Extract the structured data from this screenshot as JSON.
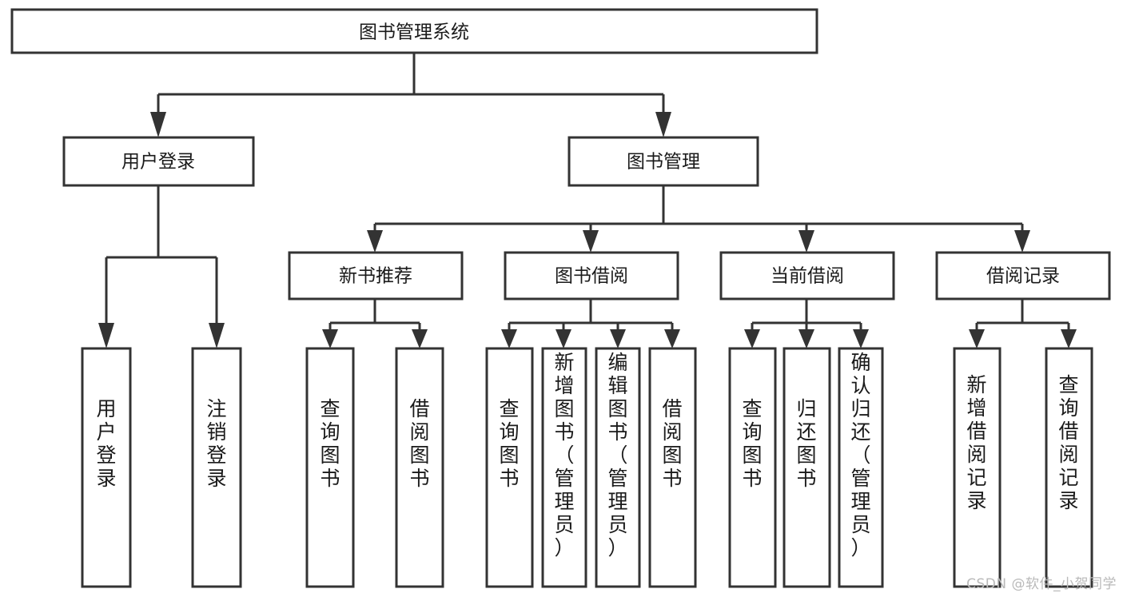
{
  "diagram": {
    "title": "图书管理系统",
    "type": "hierarchy-tree",
    "colors": {
      "box_fill": "#ffffff",
      "box_stroke": "#333333",
      "text": "#1a1a1a",
      "watermark": "#b9b9b9",
      "background": "#ffffff"
    },
    "root": {
      "label": "图书管理系统"
    },
    "level2": [
      {
        "label": "用户登录"
      },
      {
        "label": "图书管理"
      }
    ],
    "level3": [
      {
        "label": "新书推荐"
      },
      {
        "label": "图书借阅"
      },
      {
        "label": "当前借阅"
      },
      {
        "label": "借阅记录"
      }
    ],
    "leaves": {
      "user_login": [
        {
          "label": "用户登录"
        },
        {
          "label": "注销登录"
        }
      ],
      "new_book_recommend": [
        {
          "label": "查询图书"
        },
        {
          "label": "借阅图书"
        }
      ],
      "book_borrow": [
        {
          "label": "查询图书"
        },
        {
          "label": "新增图书（管理员）"
        },
        {
          "label": "编辑图书（管理员）"
        },
        {
          "label": "借阅图书"
        }
      ],
      "current_borrow": [
        {
          "label": "查询图书"
        },
        {
          "label": "归还图书"
        },
        {
          "label": "确认归还（管理员）"
        }
      ],
      "borrow_record": [
        {
          "label": "新增借阅记录"
        },
        {
          "label": "查询借阅记录"
        }
      ]
    }
  },
  "watermark": {
    "text": "CSDN @软件_小贺同学"
  }
}
